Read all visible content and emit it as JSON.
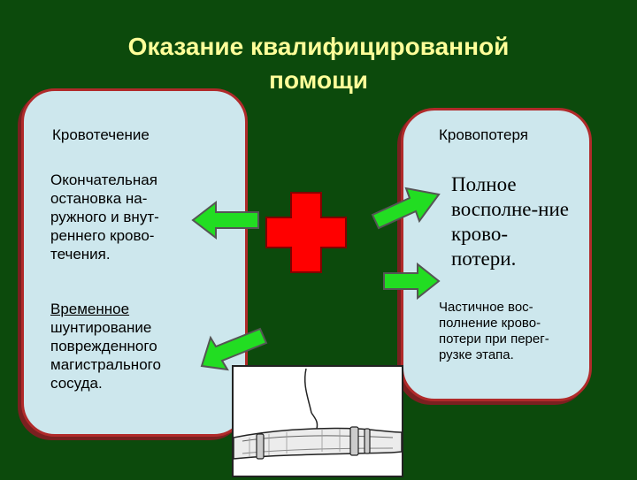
{
  "title": {
    "line1": "Оказание квалифицированной",
    "line2": "помощи"
  },
  "left_panel": {
    "heading": "Кровотечение",
    "item1": [
      "Окончательная",
      "остановка на-",
      "ружного и внут-",
      "реннего крово-",
      "течения."
    ],
    "item2": [
      "Временное",
      "шунтирование",
      "поврежденного",
      "магистрального",
      "сосуда."
    ]
  },
  "right_panel": {
    "heading": "Кровопотеря",
    "item1": [
      "Полное",
      "восполне-ние",
      "крово-",
      "потери."
    ],
    "item2": [
      "Частичное вос-",
      "полнение крово-",
      "потери при перег-",
      "рузке этапа."
    ]
  },
  "colors": {
    "background": "#0c4a0c",
    "title": "#ffff99",
    "panel_fill": "#cde7ed",
    "panel_border": "#b02a2a",
    "cross": "#ff0000",
    "arrow": "#22dd22"
  },
  "icons": {
    "cross": "red-cross-icon",
    "arrow": "green-arrow-icon",
    "photo": "vessel-shunt-illustration"
  }
}
